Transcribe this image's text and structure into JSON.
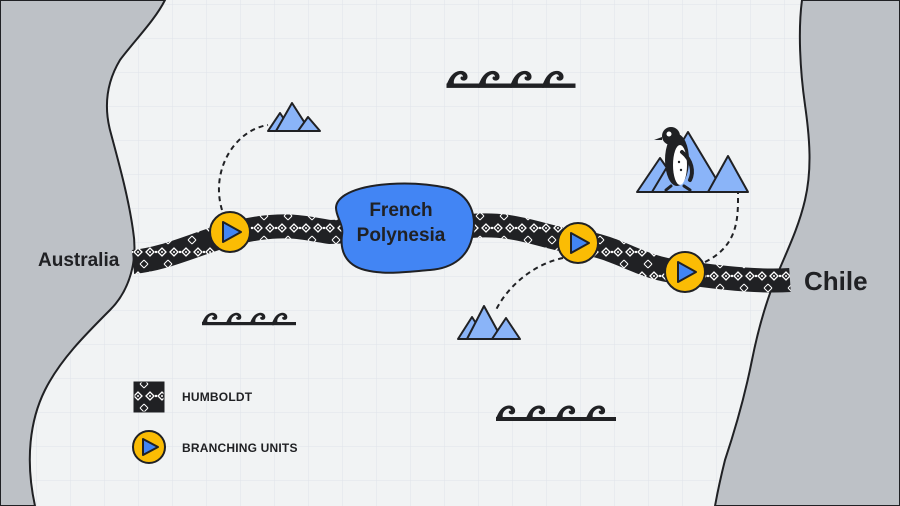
{
  "locations": {
    "australia": "Australia",
    "chile": "Chile",
    "french_polynesia_line1": "French",
    "french_polynesia_line2": "Polynesia"
  },
  "legend": {
    "humboldt": "HUMBOLDT",
    "branching_units": "BRANCHING UNITS"
  },
  "colors": {
    "background": "#f1f3f4",
    "grid": "#dfe3ea",
    "land": "#bdc1c6",
    "outline": "#202124",
    "island_blue": "#4285f4",
    "mountain_blue": "#8ab4f8",
    "unit_yellow": "#fbbc04",
    "unit_play_blue": "#4285f4"
  },
  "icons": [
    "mountain-icon",
    "penguin-icon",
    "wave-icon",
    "play-icon"
  ]
}
